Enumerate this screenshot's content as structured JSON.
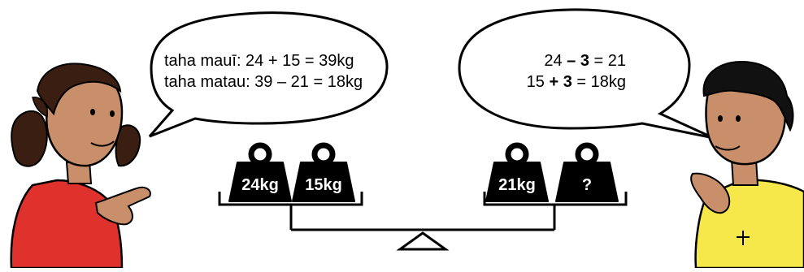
{
  "left_bubble": {
    "line1": "taha mauī: 24 + 15 = 39kg",
    "line2": "taha matau: 39 – 21 = 18kg"
  },
  "right_bubble": {
    "line1_a": "24",
    "line1_op": "– 3",
    "line1_b": "= 21",
    "line2_a": "15",
    "line2_op": "+ 3",
    "line2_b": "= 18kg"
  },
  "weights": {
    "w1": "24kg",
    "w2": "15kg",
    "w3": "21kg",
    "w4": "?"
  },
  "colors": {
    "girl_dress": "#e0322c",
    "boy_shirt": "#f6e84a",
    "skin": "#c98f6a",
    "weight": "#000000"
  }
}
